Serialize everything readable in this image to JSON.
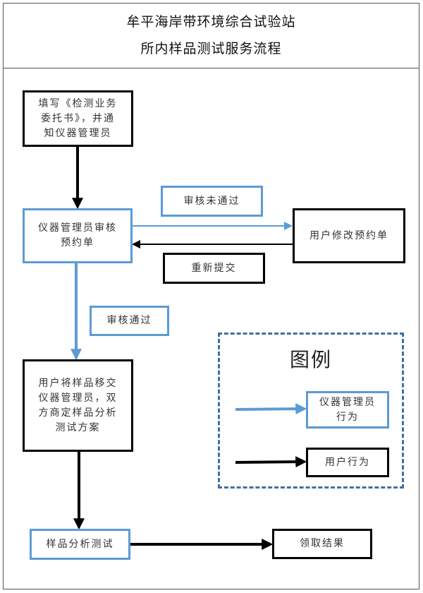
{
  "header": {
    "title_line1": "牟平海岸带环境综合试验站",
    "title_line2": "所内样品测试服务流程"
  },
  "colors": {
    "admin": "#5b9bd5",
    "user": "#000000",
    "legend_border": "#41719c"
  },
  "nodes": {
    "fill_form": {
      "role": "user",
      "lines": [
        "填写《检测业务",
        "委托书》，并通",
        "知仪器管理员"
      ]
    },
    "admin_review": {
      "role": "admin",
      "lines": [
        "仪器管理员审核",
        "预约单"
      ]
    },
    "user_modify": {
      "role": "user",
      "lines": [
        "用户修改预约单"
      ]
    },
    "review_failed": {
      "role": "admin",
      "lines": [
        "审核未通过"
      ]
    },
    "resubmit": {
      "role": "user",
      "lines": [
        "重新提交"
      ]
    },
    "review_passed": {
      "role": "admin",
      "lines": [
        "审核通过"
      ]
    },
    "hand_over": {
      "role": "user",
      "lines": [
        "用户将样品移交",
        "仪器管理员，双",
        "方商定样品分析",
        "测试方案"
      ]
    },
    "analysis": {
      "role": "admin",
      "lines": [
        "样品分析测试"
      ]
    },
    "get_result": {
      "role": "user",
      "lines": [
        "领取结果"
      ]
    }
  },
  "edges": [
    {
      "from": "fill_form",
      "to": "admin_review",
      "role": "user"
    },
    {
      "from": "admin_review",
      "to": "user_modify",
      "role": "admin",
      "label": "审核未通过"
    },
    {
      "from": "user_modify",
      "to": "admin_review",
      "role": "user",
      "label": "重新提交"
    },
    {
      "from": "admin_review",
      "to": "hand_over",
      "role": "admin",
      "label": "审核通过"
    },
    {
      "from": "hand_over",
      "to": "analysis",
      "role": "user"
    },
    {
      "from": "analysis",
      "to": "get_result",
      "role": "user"
    }
  ],
  "legend": {
    "title": "图例",
    "items": [
      {
        "role": "admin",
        "lines": [
          "仪器管理员",
          "行为"
        ]
      },
      {
        "role": "user",
        "lines": [
          "用户行为"
        ]
      }
    ]
  }
}
